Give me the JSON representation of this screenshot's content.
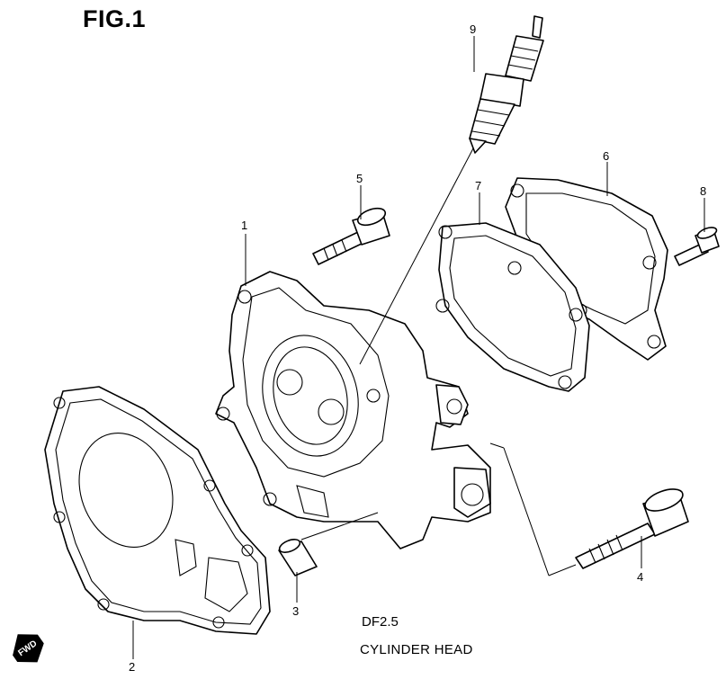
{
  "figure": {
    "title": "FIG.1",
    "model": "DF2.5",
    "section": "CYLINDER HEAD"
  },
  "fwd_badge": "FWD",
  "callouts": [
    {
      "id": "1",
      "label": "1"
    },
    {
      "id": "2",
      "label": "2"
    },
    {
      "id": "3",
      "label": "3"
    },
    {
      "id": "4",
      "label": "4"
    },
    {
      "id": "5",
      "label": "5"
    },
    {
      "id": "6",
      "label": "6"
    },
    {
      "id": "7",
      "label": "7"
    },
    {
      "id": "8",
      "label": "8"
    },
    {
      "id": "9",
      "label": "9"
    }
  ]
}
